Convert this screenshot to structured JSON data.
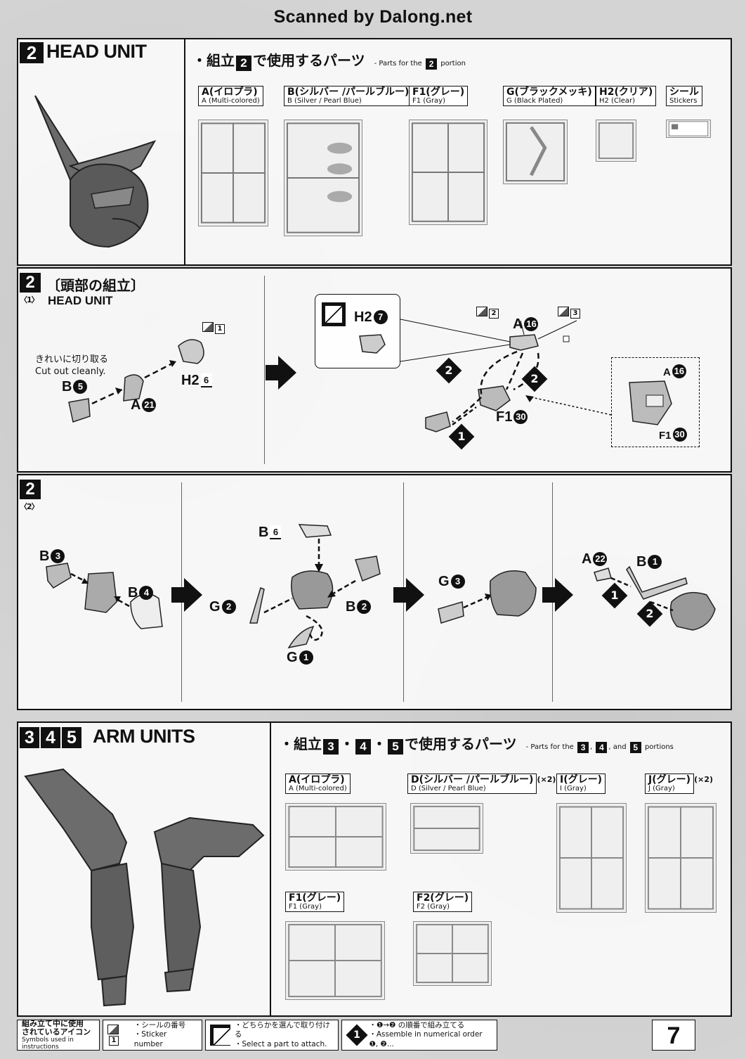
{
  "watermark": "Scanned by Dalong.net",
  "section_head": {
    "step": "2",
    "title": "HEAD UNIT",
    "parts_heading": {
      "prefix": "・組立",
      "step": "2",
      "suffix": "で使用するパーツ",
      "en_prefix": "- Parts for the",
      "en_step": "2",
      "en_suffix": "portion"
    },
    "runners": [
      {
        "jp": "A(イロプラ)",
        "en": "A (Multi-colored)"
      },
      {
        "jp": "B(シルバー /パールブルー)",
        "en": "B (Silver / Pearl Blue)"
      },
      {
        "jp": "F1(グレー)",
        "en": "F1 (Gray)"
      },
      {
        "jp": "G(ブラックメッキ)",
        "en": "G (Black Plated)"
      },
      {
        "jp": "H2(クリア)",
        "en": "H2 (Clear)"
      },
      {
        "jp": "シール",
        "en": "Stickers"
      }
    ]
  },
  "step_2_1": {
    "step": "2",
    "sub": "〈1〉",
    "title_jp": "〔頭部の組立〕",
    "title_en": "HEAD UNIT",
    "note_jp": "きれいに切り取る",
    "note_en": "Cut out cleanly.",
    "labels": {
      "b5": {
        "letter": "B",
        "num": "5"
      },
      "a21": {
        "letter": "A",
        "num": "21"
      },
      "h26": {
        "letter": "H2",
        "num": "6"
      },
      "h27": {
        "letter": "H2",
        "num": "7"
      },
      "a16": {
        "letter": "A",
        "num": "16"
      },
      "f130": {
        "letter": "F1",
        "num": "30"
      },
      "a16b": {
        "letter": "A",
        "num": "16"
      },
      "f130b": {
        "letter": "F1",
        "num": "30"
      }
    },
    "stickers": [
      "1",
      "2",
      "3"
    ],
    "seq": [
      "2",
      "2",
      "1"
    ]
  },
  "step_2_2": {
    "step": "2",
    "sub": "〈2〉",
    "labels": {
      "b3": {
        "letter": "B",
        "num": "3"
      },
      "b4": {
        "letter": "B",
        "num": "4"
      },
      "b6": {
        "letter": "B",
        "num": "6"
      },
      "g2": {
        "letter": "G",
        "num": "2"
      },
      "b2": {
        "letter": "B",
        "num": "2"
      },
      "g1": {
        "letter": "G",
        "num": "1"
      },
      "g3": {
        "letter": "G",
        "num": "3"
      },
      "a22": {
        "letter": "A",
        "num": "22"
      },
      "b1": {
        "letter": "B",
        "num": "1"
      }
    },
    "seq": [
      "1",
      "2"
    ]
  },
  "section_arm": {
    "steps": [
      "3",
      "4",
      "5"
    ],
    "title": "ARM UNITS",
    "parts_heading": {
      "prefix": "・組立",
      "s1": "3",
      "s2": "4",
      "s3": "5",
      "dot": "・",
      "suffix": "で使用するパーツ",
      "en_prefix": "- Parts for the",
      "comma": ",",
      "and": ", and",
      "en_suffix": "portions"
    },
    "runners": [
      {
        "jp": "A(イロプラ)",
        "en": "A (Multi-colored)",
        "mult": ""
      },
      {
        "jp": "D(シルバー /パールブルー)",
        "en": "D (Silver / Pearl Blue)",
        "mult": "(×2)"
      },
      {
        "jp": "I(グレー)",
        "en": "I (Gray)",
        "mult": ""
      },
      {
        "jp": "J(グレー)",
        "en": "J (Gray)",
        "mult": "(×2)"
      },
      {
        "jp": "F1(グレー)",
        "en": "F1 (Gray)",
        "mult": ""
      },
      {
        "jp": "F2(グレー)",
        "en": "F2 (Gray)",
        "mult": ""
      }
    ]
  },
  "legend": {
    "title_jp1": "組み立て中に使用",
    "title_jp2": "されているアイコン",
    "title_en": "Symbols used in instructions",
    "sticker_num": "1",
    "sticker_jp": "・シールの番号",
    "sticker_en": "・Sticker number",
    "select_jp": "・どちらかを選んで取り付ける",
    "select_en": "・Select a part to attach.",
    "order_num": "1",
    "order_jp": "・❶→❷ の順番で組み立てる",
    "order_en": "・Assemble in numerical order ❶, ❷..."
  },
  "page_number": "7"
}
